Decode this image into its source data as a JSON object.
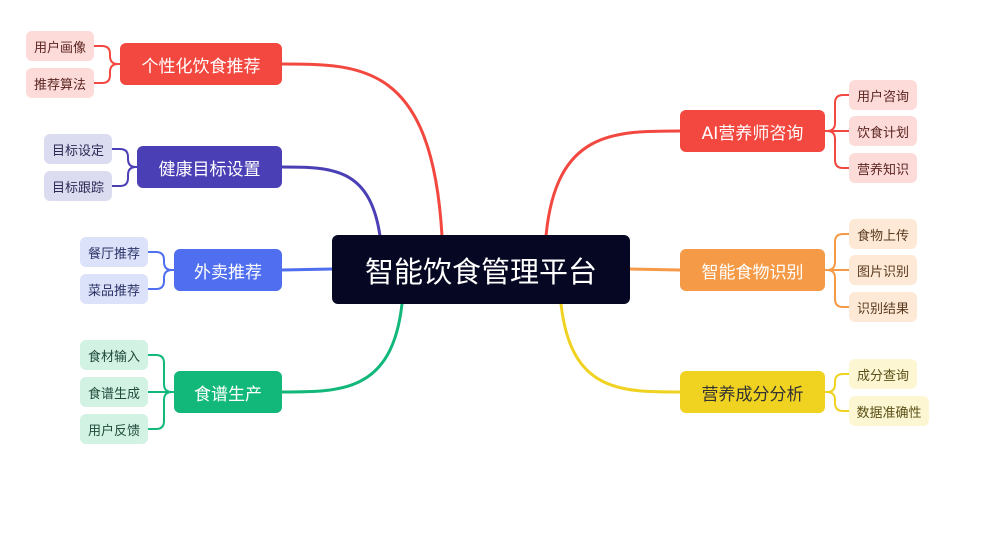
{
  "root": {
    "label": "智能饮食管理平台",
    "color": "#060722"
  },
  "branches": [
    {
      "id": "personalized",
      "label": "个性化饮食推荐",
      "color": "#f24840",
      "leaf_bg": "#fddbd9",
      "leaf_text": "#5a2420",
      "children": [
        "用户画像",
        "推荐算法"
      ]
    },
    {
      "id": "health-goals",
      "label": "健康目标设置",
      "color": "#4b3fb5",
      "leaf_bg": "#dcdcf1",
      "leaf_text": "#2c2a55",
      "children": [
        "目标设定",
        "目标跟踪"
      ]
    },
    {
      "id": "takeout",
      "label": "外卖推荐",
      "color": "#4f6ef0",
      "leaf_bg": "#dde2fb",
      "leaf_text": "#2a3366",
      "children": [
        "餐厅推荐",
        "菜品推荐"
      ]
    },
    {
      "id": "recipe",
      "label": "食谱生产",
      "color": "#12b87a",
      "leaf_bg": "#d2f2e4",
      "leaf_text": "#1f4a3a",
      "children": [
        "食材输入",
        "食谱生成",
        "用户反馈"
      ]
    },
    {
      "id": "ai-dietitian",
      "label": "AI营养师咨询",
      "color": "#f24840",
      "leaf_bg": "#fddbd9",
      "leaf_text": "#5a2420",
      "children": [
        "用户咨询",
        "饮食计划",
        "营养知识"
      ]
    },
    {
      "id": "food-recognition",
      "label": "智能食物识别",
      "color": "#f59a46",
      "leaf_bg": "#fde9d6",
      "leaf_text": "#5a3a1e",
      "children": [
        "食物上传",
        "图片识别",
        "识别结果"
      ]
    },
    {
      "id": "nutrition-analysis",
      "label": "营养成分分析",
      "color": "#f0d221",
      "leaf_bg": "#fcf6d3",
      "leaf_text": "#5a4f15",
      "children": [
        "成分查询",
        "数据准确性"
      ]
    }
  ]
}
